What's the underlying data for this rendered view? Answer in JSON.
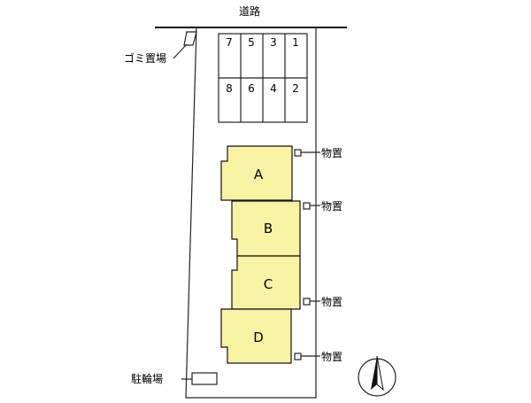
{
  "road_label": "道路",
  "trash_label": "ゴミ置場",
  "bicycle_label": "駐輪場",
  "storage_label": "物置",
  "parking_top": [
    "7",
    "5",
    "3",
    "1"
  ],
  "parking_bottom": [
    "8",
    "6",
    "4",
    "2"
  ],
  "units": [
    "A",
    "B",
    "C",
    "D"
  ],
  "colors": {
    "unit_fill": "#f7f3a3",
    "line": "#111111"
  },
  "icons": {
    "compass": "north-arrow-icon"
  }
}
